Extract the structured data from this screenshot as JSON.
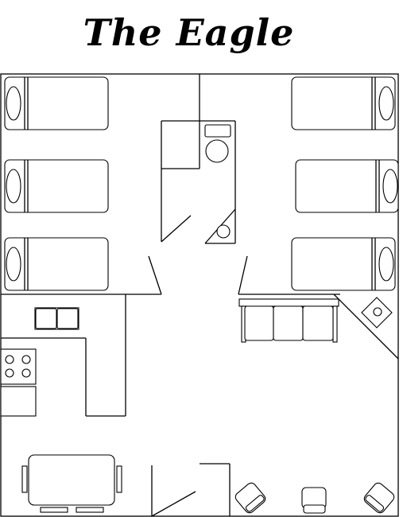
{
  "title": "The Eagle",
  "colors": {
    "line": "#000000",
    "background": "#ffffff"
  },
  "fixtures": {
    "beds": 6,
    "toilet": "toilet-icon",
    "shower": "shower-icon",
    "sofa_seats": 3,
    "sink": "sink-icon",
    "stove_burners": 4,
    "armchairs": 3
  }
}
